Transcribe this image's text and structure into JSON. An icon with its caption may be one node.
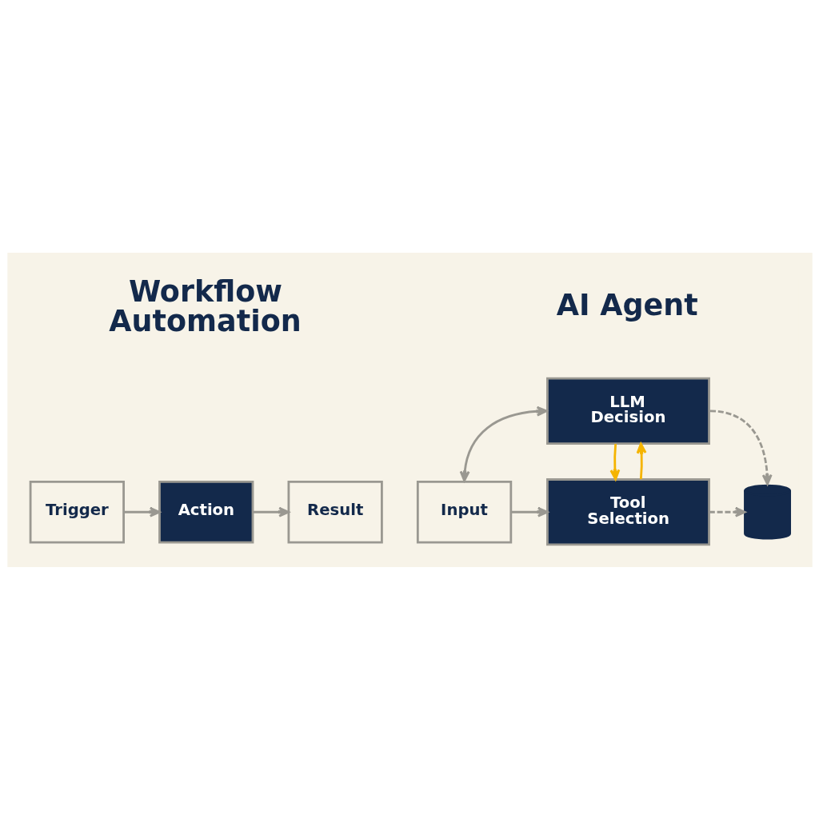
{
  "diagram": {
    "nodes": [
      {
        "text": [
          "Trigger"
        ]
      },
      {
        "text": [
          "Action"
        ]
      },
      {
        "text": [
          "Result"
        ]
      },
      {
        "text": [
          "LLM Decision"
        ]
      },
      {
        "text": [
          "Input"
        ]
      },
      {
        "text": [
          "Tool Selection"
        ]
      },
      {
        "text": [],
        "shape": "cylinder"
      }
    ],
    "edges": [
      {
        "from": 0,
        "to": 1,
        "arrow": "to"
      },
      {
        "from": 1,
        "to": 2,
        "arrow": "to"
      },
      {
        "from": 4,
        "to": 3,
        "arrow": "both"
      },
      {
        "from": 4,
        "to": 5,
        "arrow": "to"
      },
      {
        "from": 3,
        "to": 5,
        "arrow": "to",
        "color": "#f5b400"
      },
      {
        "from": 5,
        "to": 3,
        "arrow": "to",
        "color": "#f5b400"
      },
      {
        "from": 3,
        "to": 6,
        "arrow": "to",
        "style": "dashed"
      },
      {
        "from": 5,
        "to": 6,
        "arrow": "to",
        "style": "dashed"
      }
    ],
    "labels": [
      "Workflow Automation",
      "AI Agent"
    ]
  }
}
